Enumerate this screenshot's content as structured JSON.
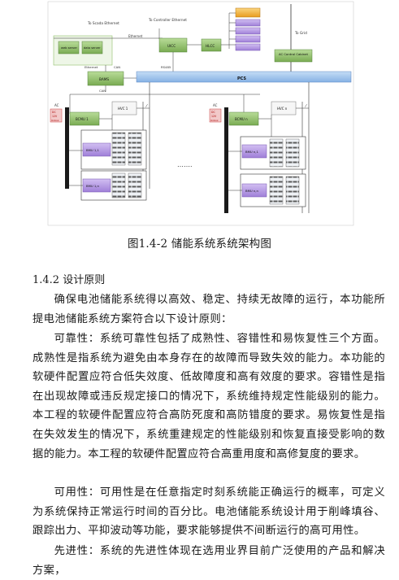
{
  "figure": {
    "top_labels": {
      "scada": "To Scada Ethernet",
      "controller": "To Controller Ethernet",
      "grid": "To Grid"
    },
    "ethernet": "Ethernet",
    "can": "CAN",
    "rs485": "RS485",
    "web_server": "web server",
    "data_server": "data server",
    "uicc": "UICC",
    "hlcc": "HLCC",
    "bams": "BAMS",
    "pcs": "PCS",
    "ac_cabinet": "AC Control Cabinet",
    "left_rack": {
      "ac": "AC",
      "dc_top": "DC",
      "dc_v": "12V",
      "dc_bottom": "Unbox",
      "bcmu": "BCMU 1",
      "hvc": "HVC 1",
      "bmu_top": "BMU 1,1",
      "bmu_bottom": "BMU 1,n"
    },
    "right_rack": {
      "ac": "AC",
      "dc_top": "DC",
      "dc_v": "12V",
      "dc_bottom": "Unbox",
      "bcmu": "BCMU n",
      "hvc": "HVC n",
      "bmu_top": "BMU n,1",
      "bmu_bottom": "BMU n,n"
    },
    "ellipsis": "…….",
    "colors": {
      "bus": "#9cc3ee",
      "bus_stroke": "#5b86c0",
      "green_box": "#8fbf6a",
      "green_stroke": "#55813a",
      "purple": "#b99be6",
      "orange": "#f0b23a",
      "lightgreen": "#d6ecc3"
    }
  },
  "caption": "图1.4-2 储能系统系统架构图",
  "section_heading": "1.4.2 设计原则",
  "paragraphs": [
    "确保电池储能系统得以高效、稳定、持续无故障的运行，本功能所提电池储能系统方案符合以下设计原则：",
    "可靠性：系统可靠性包括了成熟性、容错性和易恢复性三个方面。成熟性是指系统为避免由本身存在的故障而导致失效的能力。本功能的软硬件配置应符合低失效度、低故障度和高有效度的要求。容错性是指在出现故障或违反规定接口的情况下，系统维持规定性能级别的能力。本工程的软硬件配置应符合高防死度和高防错度的要求。易恢复性是指在失效发生的情况下，系统重建规定的性能级别和恢复直接受影响的数据的能力。本工程的软硬件配置应符合高重用度和高修复度的要求。",
    "可用性：可用性是在任意指定时刻系统能正确运行的概率，可定义为系统保持正常运行时间的百分比。电池储能系统设计用于削峰填谷、跟踪出力、平抑波动等功能，要求能够提供不间断运行的高可用性。",
    "先进性：系统的先进性体现在选用业界目前广泛使用的产品和解决方案，"
  ]
}
